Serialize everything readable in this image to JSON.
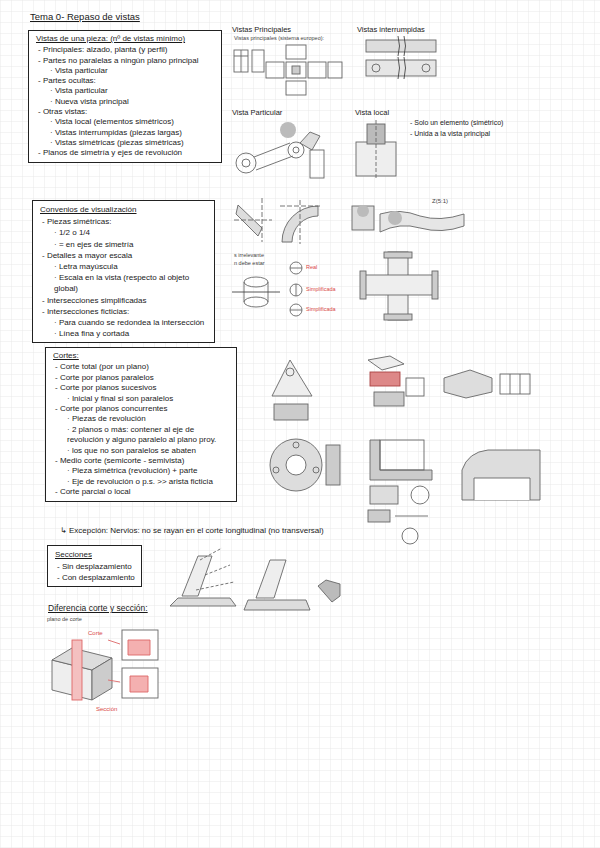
{
  "diagram": {
    "nodes": [
      {
        "text": [
          "Vistas de una pieza: (nº de vistas mínimo)",
          "- Principales: alzado, planta (y perfil)",
          "- Partes no paralelas a ningún plano principal",
          "· Vista particular",
          "- Partes ocultas:",
          "· Vista particular",
          "· Nueva vista principal",
          "- Otras vistas:",
          "· Vista local (elementos simétricos)",
          "· Vistas interrumpidas (piezas largas)",
          "· Vistas simétricas (piezas simétricas)",
          "- Planos de simetría y ejes de revolución"
        ]
      },
      {
        "text": [
          "Convenios de visualización",
          "- Piezas simétricas:",
          "· 1/2 o 1/4",
          "· = en ejes de simetría",
          "- Detalles a mayor escala",
          "· Letra mayúscula",
          "· Escala en la vista (respecto al objeto global)",
          "- Intersecciones simplificadas",
          "- Intersecciones ficticias:",
          "· Para cuando se redondea la intersección",
          "· Línea fina y cortada"
        ]
      },
      {
        "text": [
          "Cortes:",
          "- Corte total (por un plano)",
          "- Corte por planos paralelos",
          "- Corte por planos sucesivos",
          "· Inicial y final si son paralelos",
          "- Corte por planos concurrentes",
          "· Piezas de revolución",
          "· 2 planos o más: contener al eje de revolución y alguno paralelo al plano proy.",
          "· los que no son paralelos se abaten",
          "- Medio corte (semicorte - semivista)",
          "· Pieza simétrica (revolución) + parte",
          "· Eje de revolución o p.s. >> arista ficticia",
          "- Corte parcial o local"
        ]
      },
      {
        "text": [
          "Secciones",
          "- Sin desplazamiento",
          "- Con desplazamiento"
        ]
      }
    ],
    "labels": [
      "Tema 0- Repaso de vistas",
      "Vistas Principales",
      "Vistas principales (sistema europeo):",
      "Vistas interrumpidas",
      "Vista Particular",
      "Vista local",
      "- Solo un elemento (simétrico)",
      "- Unida a la vista principal",
      "Z(5:1)",
      "s irrelevante",
      "n debe estar",
      "Real",
      "Simplificada",
      "Simplificada",
      "↳ Excepción: Nervios: no se rayan en el corte longitudinal (no transversal)",
      "Diferencia corte y sección:",
      "plano de corte",
      "Corte",
      "Sección"
    ]
  }
}
